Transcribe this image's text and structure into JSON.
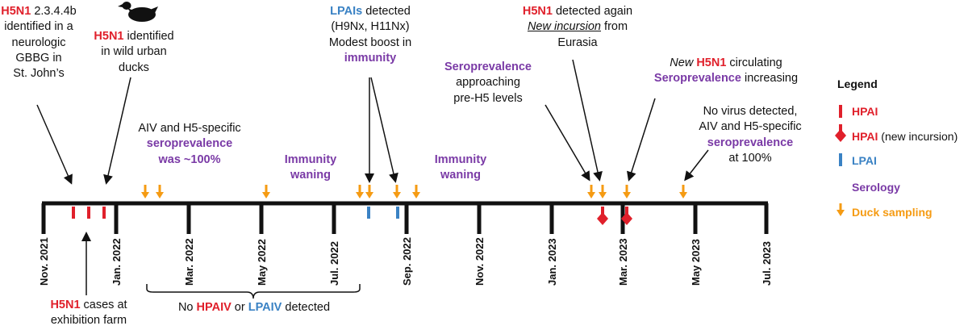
{
  "timeline": {
    "months": [
      "Nov. 2021",
      "Jan. 2022",
      "Mar. 2022",
      "May 2022",
      "Jul. 2022",
      "Sep. 2022",
      "Nov. 2022",
      "Jan. 2023",
      "Mar. 2023",
      "May 2023",
      "Jul. 2023"
    ]
  },
  "annotations": {
    "a1": {
      "strain": "H5N1",
      "strain_detail": " 2.3.4.4b",
      "l2": "identified in a",
      "l3": "neurologic",
      "l4": "GBBG in",
      "l5": "St. John’s"
    },
    "a2": {
      "strain": "H5N1",
      "t1": " identified",
      "l2": "in wild urban",
      "l3": "ducks"
    },
    "a3": {
      "l1": "AIV and H5-specific",
      "l2": "seroprevalence",
      "l3": "was ~100%"
    },
    "a4": {
      "l1": "Immunity",
      "l2": "waning"
    },
    "a5": {
      "lpai": "LPAIs",
      "t1": " detected",
      "l2": "(H9Nx, H11Nx)",
      "l3": "Modest boost in",
      "l4": "immunity"
    },
    "a6": {
      "l1": "Immunity",
      "l2": "waning"
    },
    "a7": {
      "l1": "Seroprevalence",
      "l2": "approaching",
      "l3": "pre-H5 levels"
    },
    "a8": {
      "strain": "H5N1",
      "t1": " detected again",
      "l2": "New incursion",
      "l2b": " from",
      "l3": "Eurasia"
    },
    "a9": {
      "new": "New ",
      "strain": "H5N1",
      "t1": " circulating",
      "l2a": "Seroprevalence",
      "l2b": " increasing"
    },
    "a10": {
      "l1": "No virus detected,",
      "l2": "AIV and H5-specific",
      "l3": "seroprevalence",
      "l4": "at 100%"
    },
    "b1": {
      "strain": "H5N1",
      "t1": " cases at",
      "l2": "exhibition farm"
    },
    "b2": {
      "t1": "No ",
      "hpaiv": "HPAIV",
      "t2": " or ",
      "lpaiv": "LPAIV",
      "t3": " detected"
    }
  },
  "legend": {
    "title": "Legend",
    "hpai": "HPAI",
    "hpai_new_a": "HPAI",
    "hpai_new_b": " (new incursion)",
    "lpai": "LPAI",
    "serology": "Serology",
    "duck": "Duck sampling"
  },
  "colors": {
    "hpai": "#e0202b",
    "lpai": "#3a82c4",
    "serology": "#7a3aa6",
    "duck": "#f59b13"
  },
  "icons": {
    "duck": "duck-silhouette-icon"
  }
}
